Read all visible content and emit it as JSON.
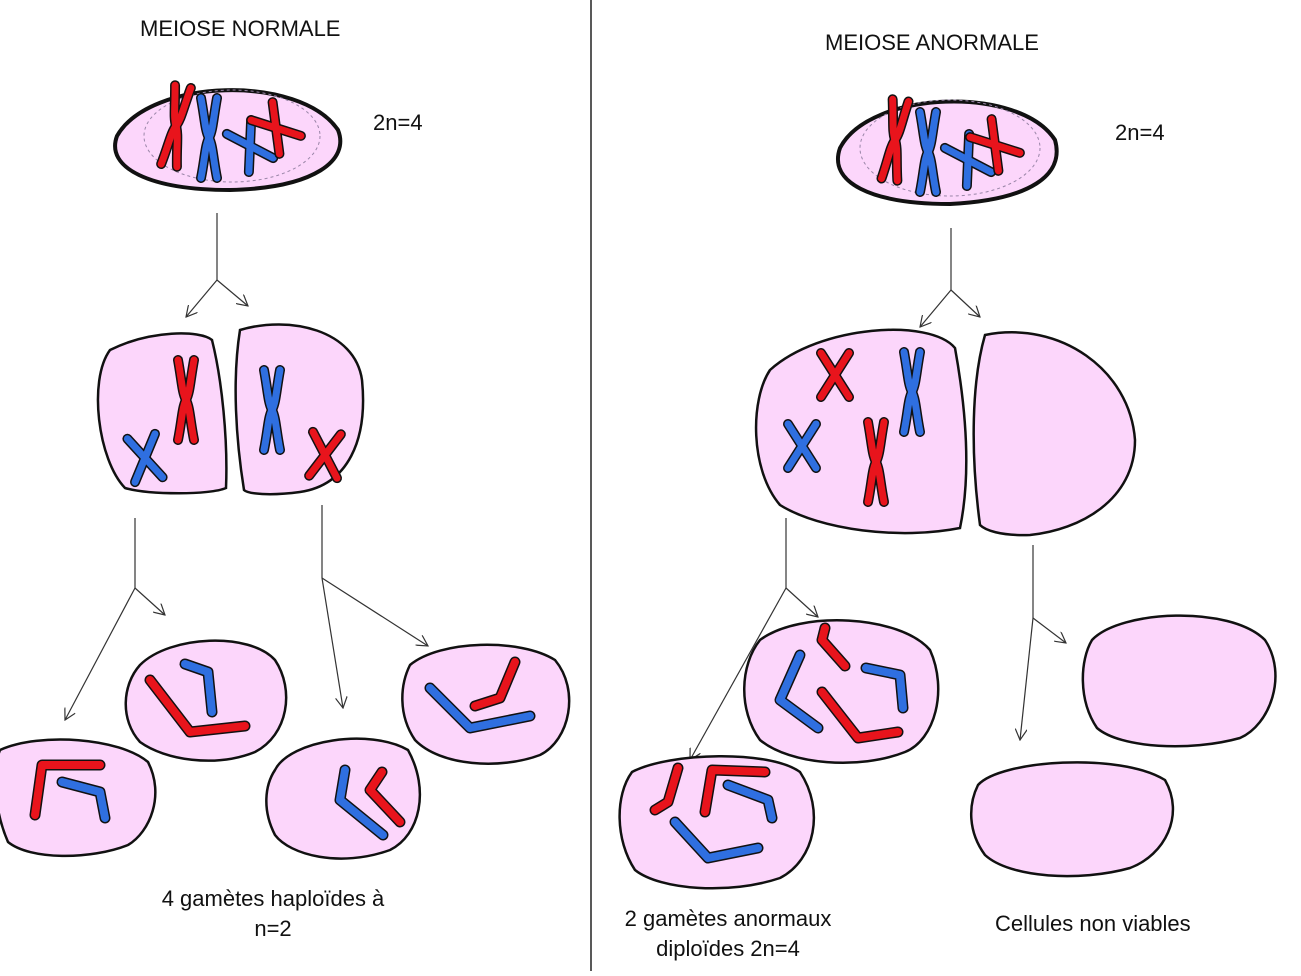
{
  "left_panel": {
    "title": "MEIOSE NORMALE",
    "ploidy_label": "2n=4",
    "caption_line1": "4 gamètes haploïdes à",
    "caption_line2": "n=2"
  },
  "right_panel": {
    "title": "MEIOSE ANORMALE",
    "ploidy_label": "2n=4",
    "caption_gametes_line1": "2 gamètes anormaux",
    "caption_gametes_line2": "diploïdes 2n=4",
    "caption_nonviable": "Cellules non viables"
  },
  "colors": {
    "cell_fill": "#fcd6fb",
    "chromosome_red": "#e8141c",
    "chromosome_blue": "#2f6fe0",
    "outline": "#111111"
  }
}
